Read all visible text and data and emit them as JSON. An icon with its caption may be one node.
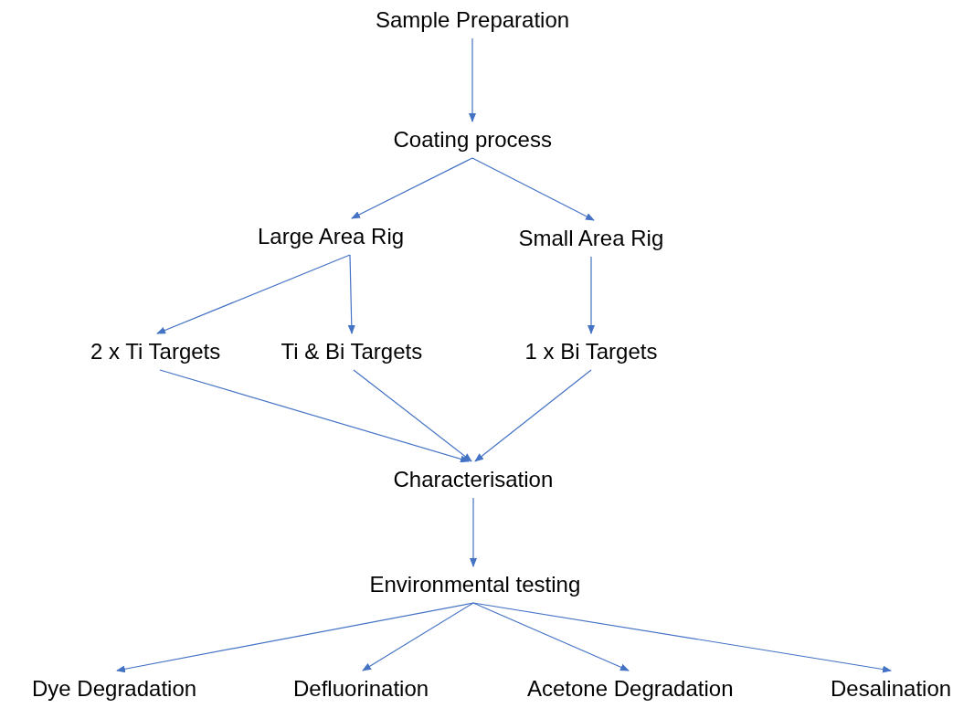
{
  "diagram": {
    "nodes": [
      {
        "text": [
          "Sample Preparation"
        ]
      },
      {
        "text": [
          "Coating process"
        ]
      },
      {
        "text": [
          "Large Area Rig"
        ]
      },
      {
        "text": [
          "Small Area Rig"
        ]
      },
      {
        "text": [
          "2 x Ti Targets"
        ]
      },
      {
        "text": [
          "Ti & Bi Targets"
        ]
      },
      {
        "text": [
          "1 x Bi Targets"
        ]
      },
      {
        "text": [
          "Characterisation"
        ]
      },
      {
        "text": [
          "Environmental testing"
        ]
      },
      {
        "text": [
          "Dye Degradation"
        ]
      },
      {
        "text": [
          "Defluorination"
        ]
      },
      {
        "text": [
          "Acetone Degradation"
        ]
      },
      {
        "text": [
          "Desalination"
        ]
      }
    ],
    "edges": [
      {
        "from": 0,
        "to": 1,
        "arrow": "to"
      },
      {
        "from": 1,
        "to": 2,
        "arrow": "to"
      },
      {
        "from": 1,
        "to": 3,
        "arrow": "to"
      },
      {
        "from": 2,
        "to": 4,
        "arrow": "to"
      },
      {
        "from": 2,
        "to": 5,
        "arrow": "to"
      },
      {
        "from": 3,
        "to": 6,
        "arrow": "to"
      },
      {
        "from": 4,
        "to": 7,
        "arrow": "to"
      },
      {
        "from": 5,
        "to": 7,
        "arrow": "to"
      },
      {
        "from": 6,
        "to": 7,
        "arrow": "to"
      },
      {
        "from": 7,
        "to": 8,
        "arrow": "to"
      },
      {
        "from": 8,
        "to": 9,
        "arrow": "to"
      },
      {
        "from": 8,
        "to": 10,
        "arrow": "to"
      },
      {
        "from": 8,
        "to": 11,
        "arrow": "to"
      },
      {
        "from": 8,
        "to": 12,
        "arrow": "to"
      }
    ]
  }
}
